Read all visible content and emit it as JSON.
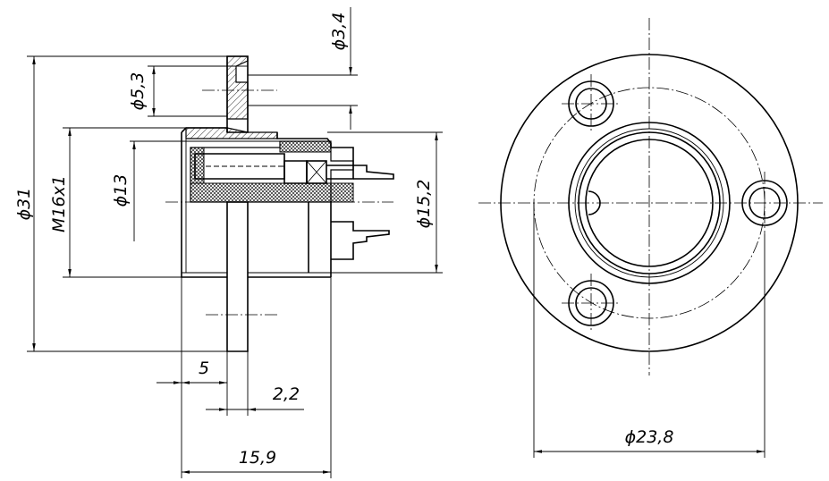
{
  "dimensions": {
    "d31": "ϕ31",
    "m16": "M16x1",
    "d13": "ϕ13",
    "d5_3": "ϕ5,3",
    "d3_4": "ϕ3,4",
    "d15_2": "ϕ15,2",
    "len5": "5",
    "len2_2": "2,2",
    "len15_9": "15,9",
    "d23_8": "ϕ23,8"
  }
}
